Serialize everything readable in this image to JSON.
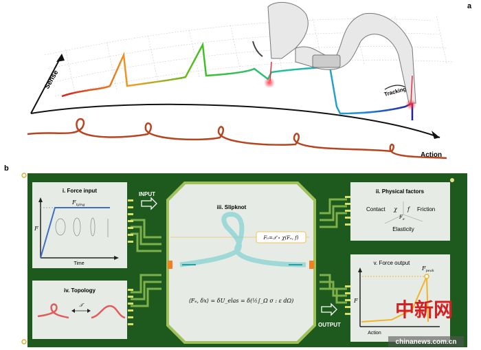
{
  "panel_a": {
    "label": "a",
    "axis_sense": "Sense",
    "axis_action": "Action",
    "tracking": "Tracking"
  },
  "panel_b": {
    "label": "b",
    "input_label": "INPUT",
    "output_label": "OUTPUT",
    "force_input": {
      "title": "i. Force input",
      "f_label": "F",
      "f_tying": "F",
      "f_tying_sub": "tying",
      "x_label": "Time"
    },
    "physical_factors": {
      "title": "ii. Physical factors",
      "contact": "Contact",
      "chi": "χ",
      "f": "f",
      "friction": "Friction",
      "fe": "F",
      "fe_sub": "e",
      "elasticity": "Elasticity"
    },
    "slipknot": {
      "title": "iii. Slipknot",
      "formula_box": "F₀=𝒯 ∘ χ(Fₑ, f)",
      "equation": "⟨Fₑ, δx⟩ = δU_elas = δ(½∫_Ω σ : ε dΩ)"
    },
    "topology": {
      "title": "iv. Topology",
      "t_label": "𝒯"
    },
    "force_output": {
      "title": "v. Force output",
      "f_label": "F",
      "f_peak": "F",
      "f_peak_sub": "peak",
      "x_label": "Action"
    }
  },
  "watermark": {
    "chinese": "中新网",
    "site": "chinanews.com.cn"
  },
  "colors": {
    "board": "#1e5a1e",
    "pad": "#d9e06a",
    "panel_bg": "#e6ebe6",
    "input_line": "#3e6fc4",
    "output_line": "#f0b429",
    "rope": "#b8441f",
    "topology": "#e25a5a"
  }
}
